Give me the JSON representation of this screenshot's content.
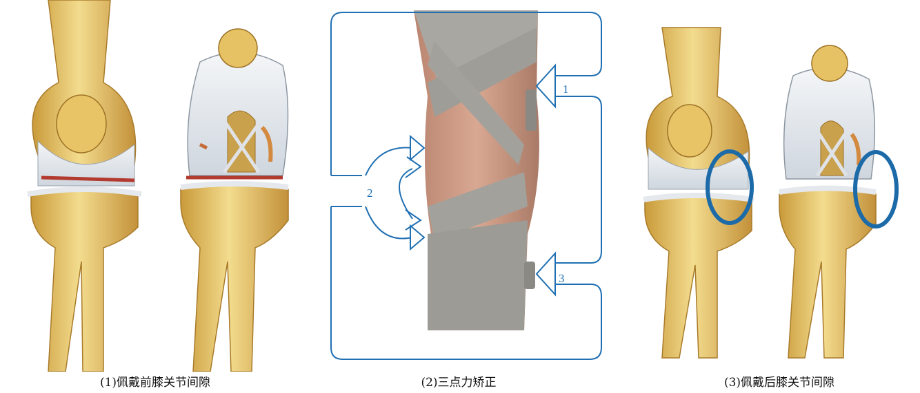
{
  "captions": {
    "before": "(1)佩戴前膝关节间隙",
    "correction": "(2)三点力矫正",
    "after": "(3)佩戴后膝关节间隙"
  },
  "force_markers": [
    "1",
    "2",
    "3"
  ],
  "colors": {
    "force_line": "#1f6fb2",
    "highlight_circle": "#1c6aa8",
    "bone": "#e4c56d",
    "cartilage": "#dfe3e8",
    "brace": "#a3a19b"
  }
}
